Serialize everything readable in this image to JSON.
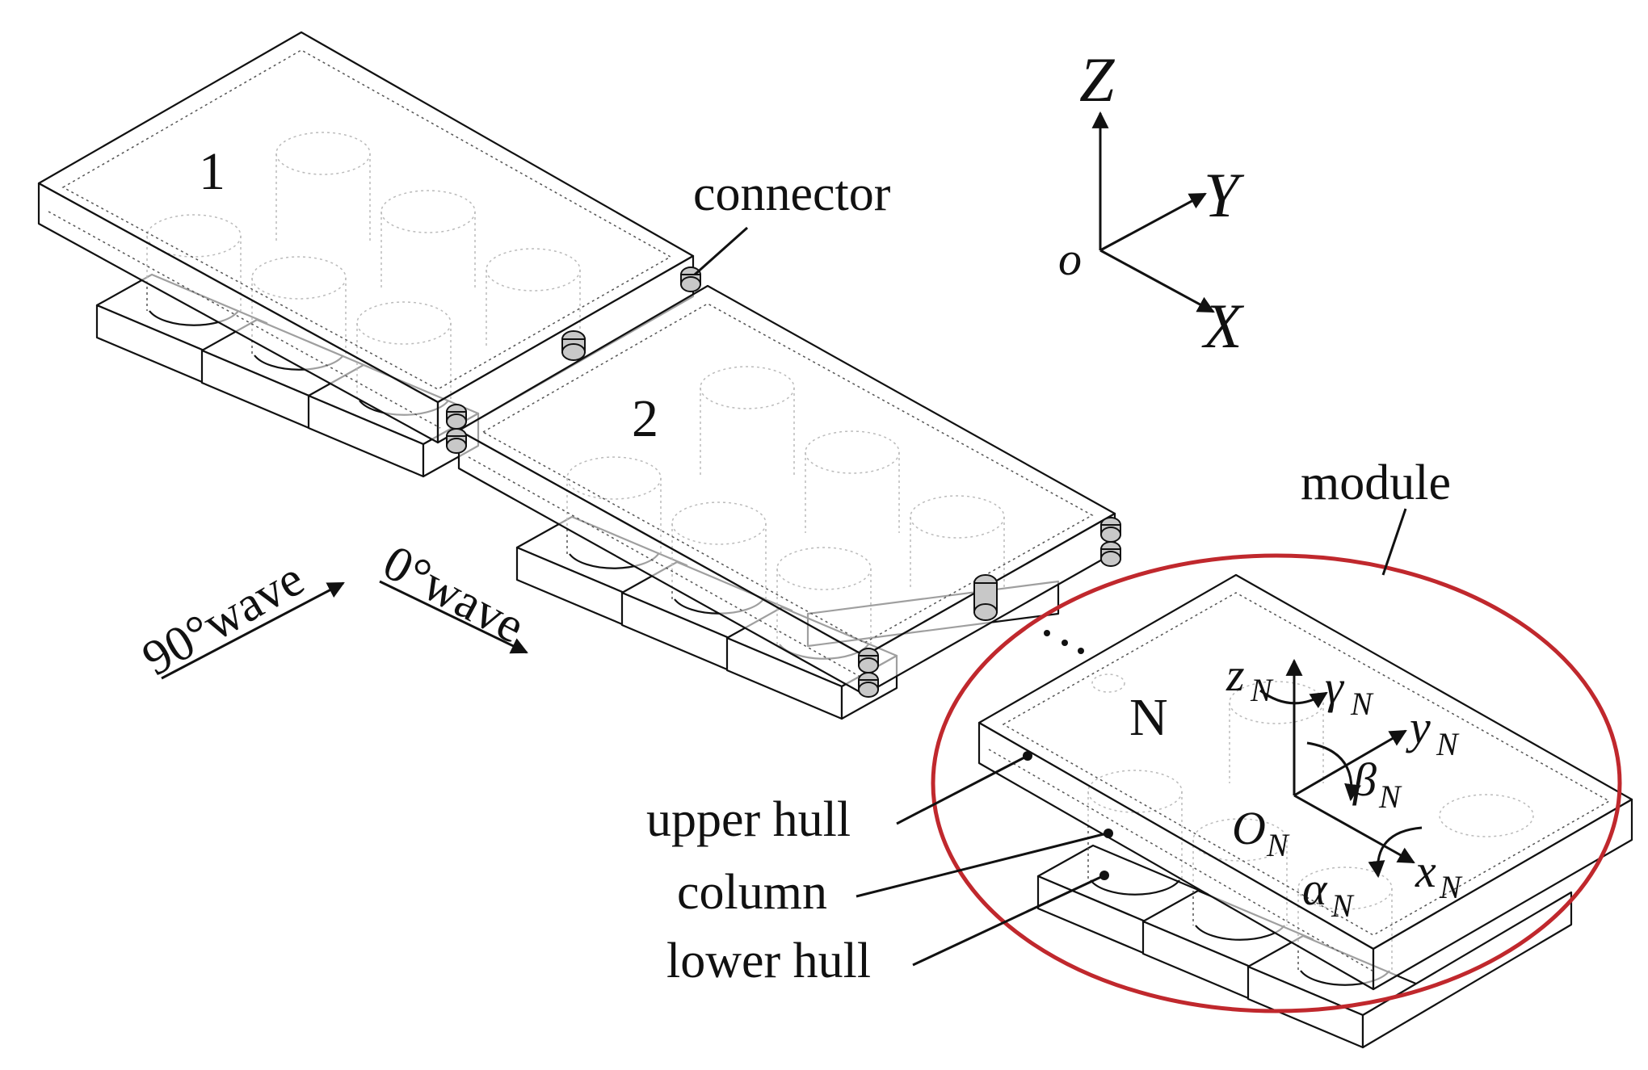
{
  "labels": {
    "module_1": "1",
    "module_2": "2",
    "module_n": "N",
    "connector": "connector",
    "module": "module",
    "upper_hull": "upper hull",
    "column": "column",
    "lower_hull": "lower hull",
    "wave_90": "90°wave",
    "wave_0": "0°wave"
  },
  "global_axes": {
    "z": "Z",
    "y": "Y",
    "x": "X",
    "origin": "o"
  },
  "local_axes": {
    "z": "z",
    "y": "y",
    "x": "x",
    "origin": "O",
    "gamma": "γ",
    "beta": "β",
    "alpha": "α",
    "subscript": "N"
  },
  "colors": {
    "line": "#111111",
    "highlight_ellipse": "#c0282d",
    "connector_fill": "#c8c8c8"
  }
}
